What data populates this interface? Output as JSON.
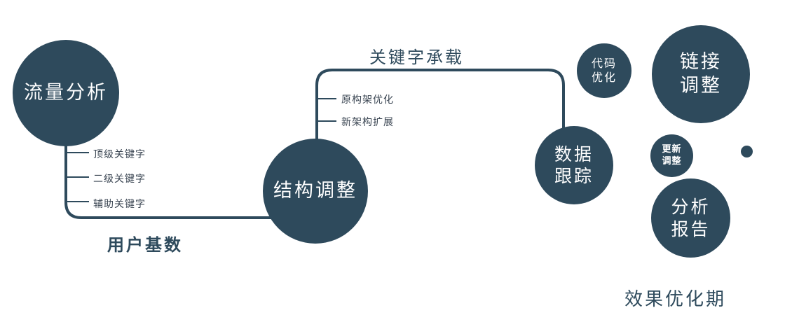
{
  "colors": {
    "node_fill": "#2e4a5c",
    "line": "#2e4a5c",
    "text": "#2e4a5c"
  },
  "nodes": {
    "traffic": {
      "label": "流量分析"
    },
    "structure": {
      "label": "结构调整"
    },
    "data_tracking": {
      "line1": "数据",
      "line2": "跟踪"
    },
    "code_opt": {
      "line1": "代码",
      "line2": "优化"
    },
    "link_adjust": {
      "line1": "链接",
      "line2": "调整"
    },
    "update_adjust": {
      "line1": "更新",
      "line2": "调整"
    },
    "analysis_report": {
      "line1": "分析",
      "line2": "报告"
    }
  },
  "edge_labels": {
    "keyword_carry": "关键字承载",
    "user_base": "用户基数"
  },
  "branch_labels": {
    "traffic": [
      "顶级关键字",
      "二级关键字",
      "辅助关键字"
    ],
    "structure": [
      "原构架优化",
      "新架构扩展"
    ]
  },
  "footer": {
    "phase_label": "效果优化期"
  }
}
